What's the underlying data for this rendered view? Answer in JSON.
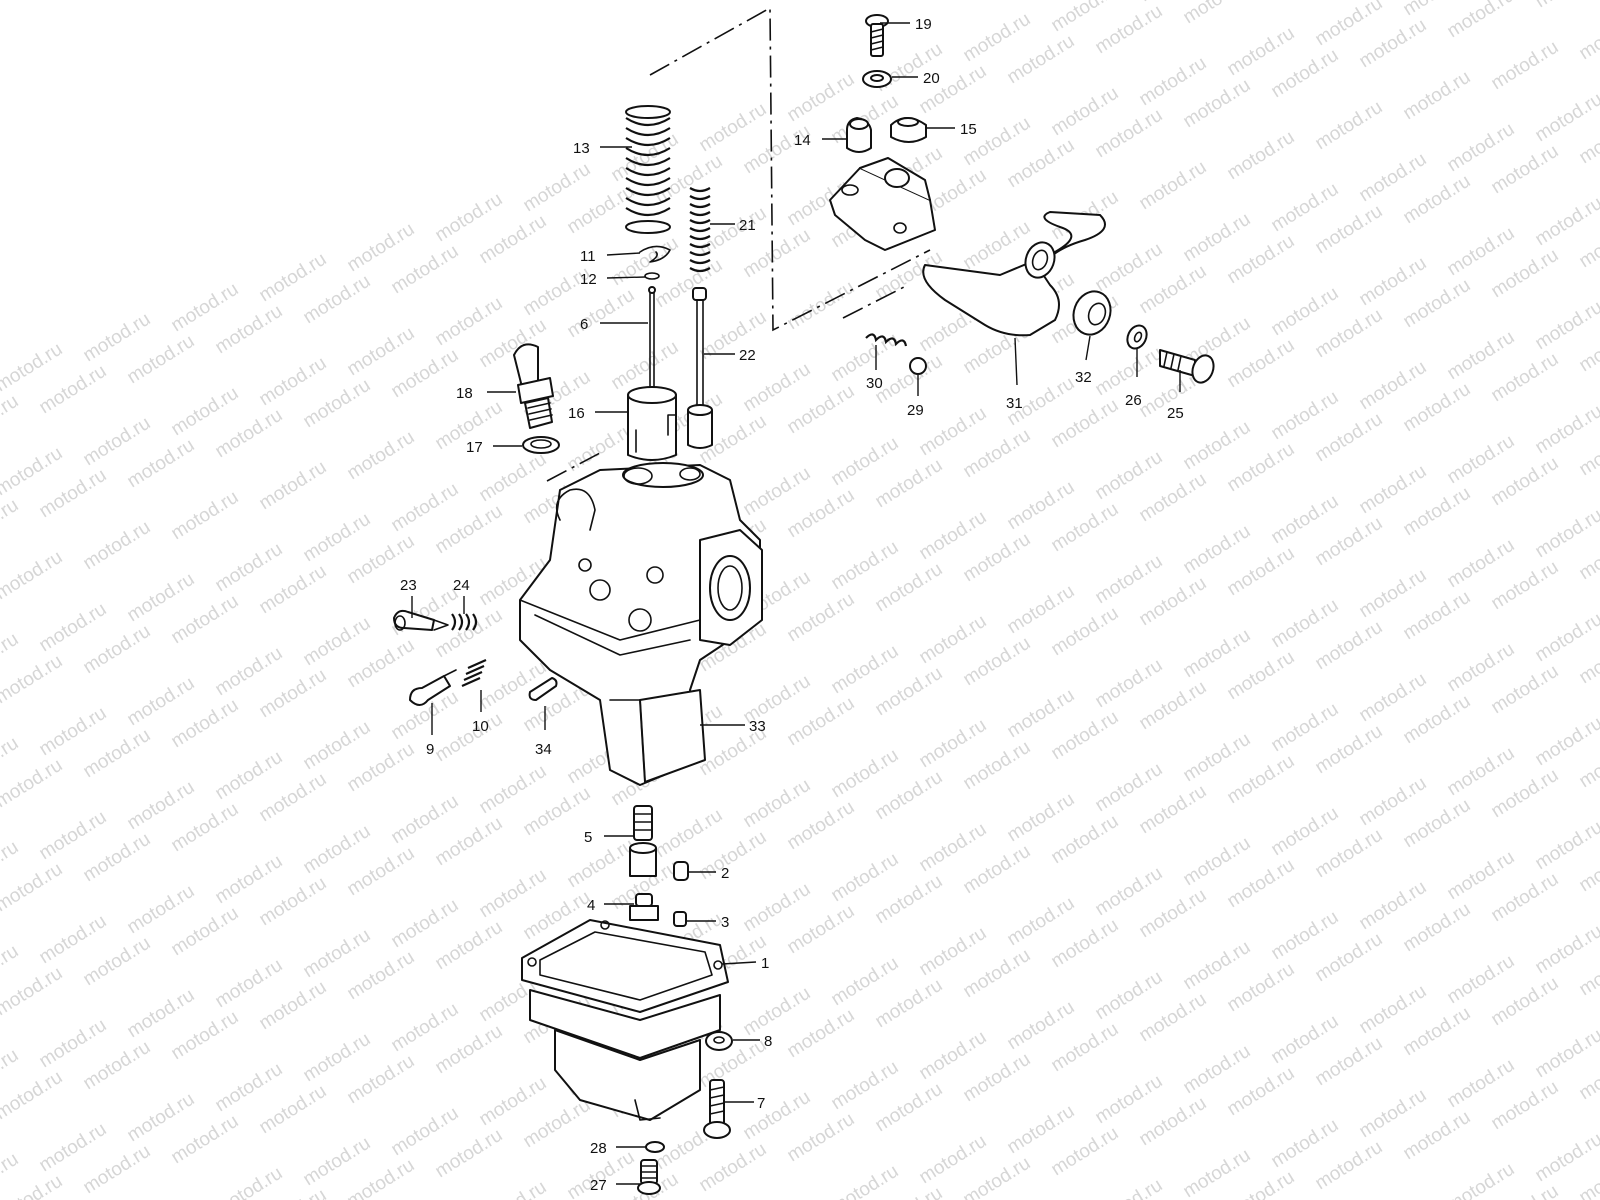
{
  "watermark": "motod.ru",
  "callouts": [
    {
      "id": "p1",
      "label": "1"
    },
    {
      "id": "p2",
      "label": "2"
    },
    {
      "id": "p3",
      "label": "3"
    },
    {
      "id": "p4",
      "label": "4"
    },
    {
      "id": "p5",
      "label": "5"
    },
    {
      "id": "p6",
      "label": "6"
    },
    {
      "id": "p7",
      "label": "7"
    },
    {
      "id": "p8",
      "label": "8"
    },
    {
      "id": "p9",
      "label": "9"
    },
    {
      "id": "p10",
      "label": "10"
    },
    {
      "id": "p11",
      "label": "11"
    },
    {
      "id": "p12",
      "label": "12"
    },
    {
      "id": "p13",
      "label": "13"
    },
    {
      "id": "p14",
      "label": "14"
    },
    {
      "id": "p15",
      "label": "15"
    },
    {
      "id": "p16",
      "label": "16"
    },
    {
      "id": "p17",
      "label": "17"
    },
    {
      "id": "p18",
      "label": "18"
    },
    {
      "id": "p19",
      "label": "19"
    },
    {
      "id": "p20",
      "label": "20"
    },
    {
      "id": "p21",
      "label": "21"
    },
    {
      "id": "p22",
      "label": "22"
    },
    {
      "id": "p23",
      "label": "23"
    },
    {
      "id": "p24",
      "label": "24"
    },
    {
      "id": "p25",
      "label": "25"
    },
    {
      "id": "p26",
      "label": "26"
    },
    {
      "id": "p27",
      "label": "27"
    },
    {
      "id": "p28",
      "label": "28"
    },
    {
      "id": "p29",
      "label": "29"
    },
    {
      "id": "p30",
      "label": "30"
    },
    {
      "id": "p31",
      "label": "31"
    },
    {
      "id": "p32",
      "label": "32"
    },
    {
      "id": "p33",
      "label": "33"
    },
    {
      "id": "p34",
      "label": "34"
    }
  ]
}
